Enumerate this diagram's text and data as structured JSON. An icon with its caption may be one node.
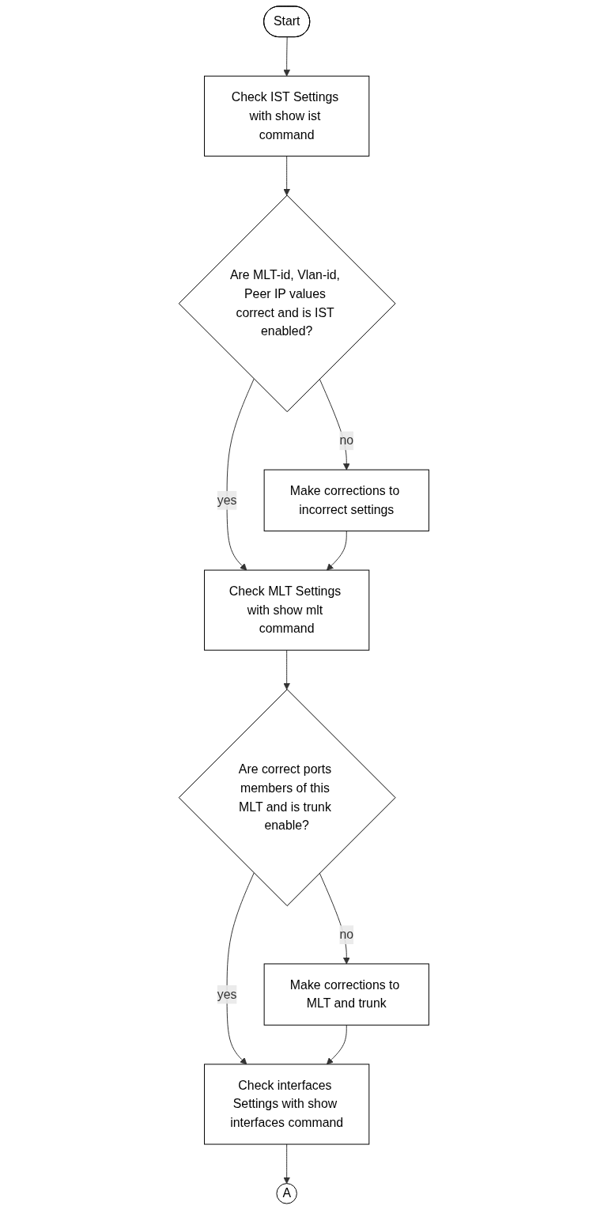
{
  "diagram": {
    "nodes": [
      {
        "text": [
          "Start"
        ]
      },
      {
        "text": [
          "Check IST Settings with show ist command"
        ]
      },
      {
        "text": [
          "Are MLT-id, Vlan-id, Peer IP values correct and is IST enabled?"
        ]
      },
      {
        "text": [
          "Make corrections to incorrect settings"
        ]
      },
      {
        "text": [
          "Check MLT Settings with show mlt command"
        ]
      },
      {
        "text": [
          "Are correct ports members of this MLT and is trunk enable?"
        ]
      },
      {
        "text": [
          "Make corrections to MLT and trunk"
        ]
      },
      {
        "text": [
          "Check interfaces Settings with show interfaces command"
        ]
      },
      {
        "text": [
          "A"
        ]
      }
    ],
    "edges": [
      {
        "from": 0,
        "to": 1,
        "arrow": "to"
      },
      {
        "from": 1,
        "to": 2,
        "arrow": "to"
      },
      {
        "from": 2,
        "to": 3,
        "arrow": "to",
        "label": "no"
      },
      {
        "from": 2,
        "to": 4,
        "arrow": "to",
        "label": "yes"
      },
      {
        "from": 3,
        "to": 4,
        "arrow": "to"
      },
      {
        "from": 4,
        "to": 5,
        "arrow": "to"
      },
      {
        "from": 5,
        "to": 6,
        "arrow": "to",
        "label": "no"
      },
      {
        "from": 5,
        "to": 7,
        "arrow": "to",
        "label": "yes"
      },
      {
        "from": 6,
        "to": 7,
        "arrow": "to"
      },
      {
        "from": 7,
        "to": 8,
        "arrow": "to"
      }
    ]
  }
}
